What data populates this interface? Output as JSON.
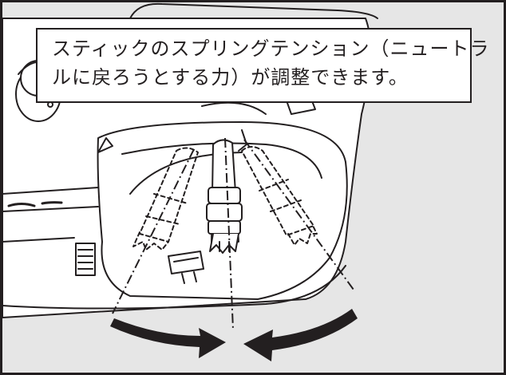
{
  "callout": {
    "line1": "スティックのスプリングテンション（ニュートラ",
    "line2": "ルに戻ろうとする力）が調整できます。"
  },
  "illustration": {
    "subject": "transmitter-stick-gimbal",
    "stick_positions": [
      "left-tilt",
      "neutral",
      "right-tilt"
    ],
    "arrows": [
      "curved-arrow-right",
      "curved-arrow-left"
    ],
    "colors": {
      "background": "#e6e6e6",
      "line": "#231f20",
      "fill": "#ffffff",
      "frame": "#231f20"
    }
  }
}
